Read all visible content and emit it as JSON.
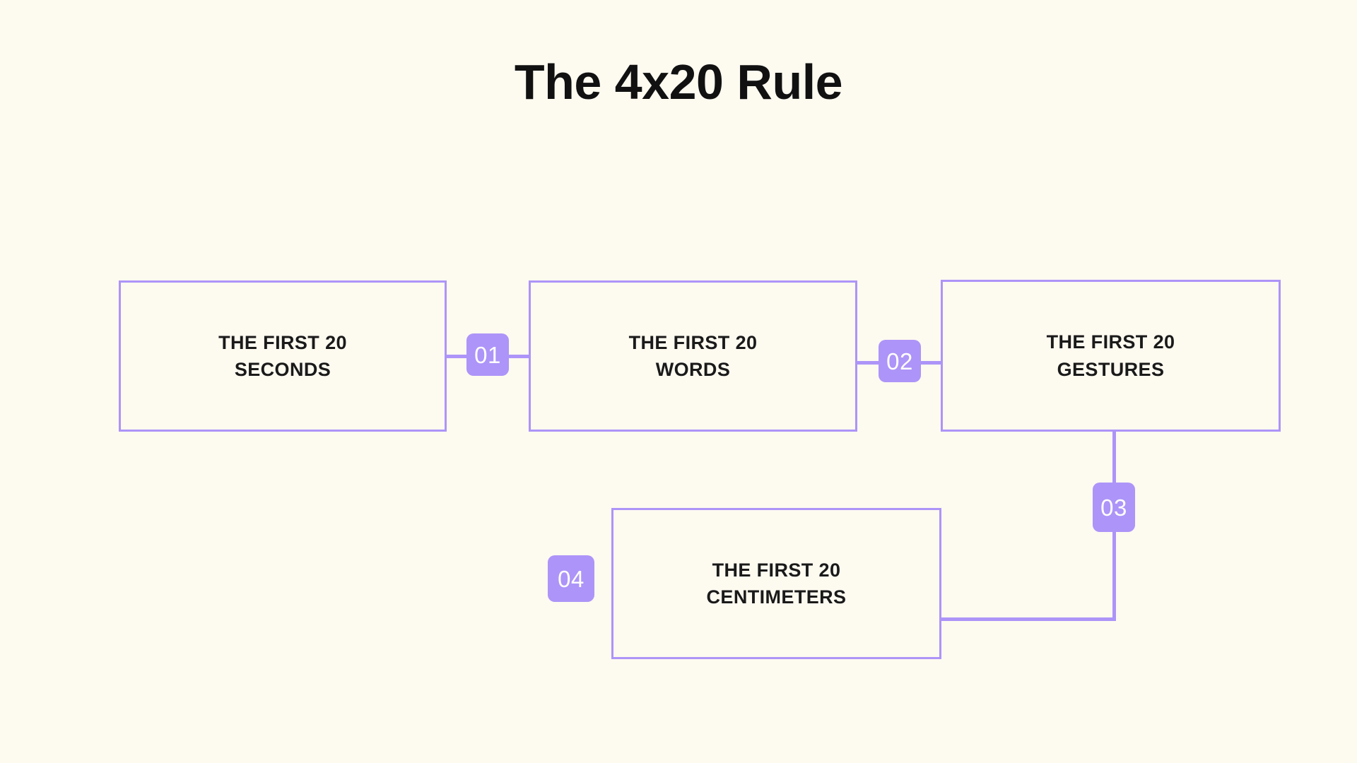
{
  "title": "The 4x20 Rule",
  "theme": {
    "background": "#FDFAF0",
    "accent": "#AD94F8",
    "text": "#1A1A1A",
    "badge_text": "#FFFFFF"
  },
  "diagram": {
    "type": "flow-chain",
    "nodes": [
      {
        "id": "node-1",
        "label": "THE FIRST 20\nSECONDS"
      },
      {
        "id": "node-2",
        "label": "THE FIRST 20\nWORDS"
      },
      {
        "id": "node-3",
        "label": "THE FIRST 20\nGESTURES"
      },
      {
        "id": "node-4",
        "label": "THE FIRST 20\nCENTIMETERS"
      }
    ],
    "connectors": [
      {
        "id": "badge-01",
        "number": "01"
      },
      {
        "id": "badge-02",
        "number": "02"
      },
      {
        "id": "badge-03",
        "number": "03"
      },
      {
        "id": "badge-04",
        "number": "04"
      }
    ]
  }
}
